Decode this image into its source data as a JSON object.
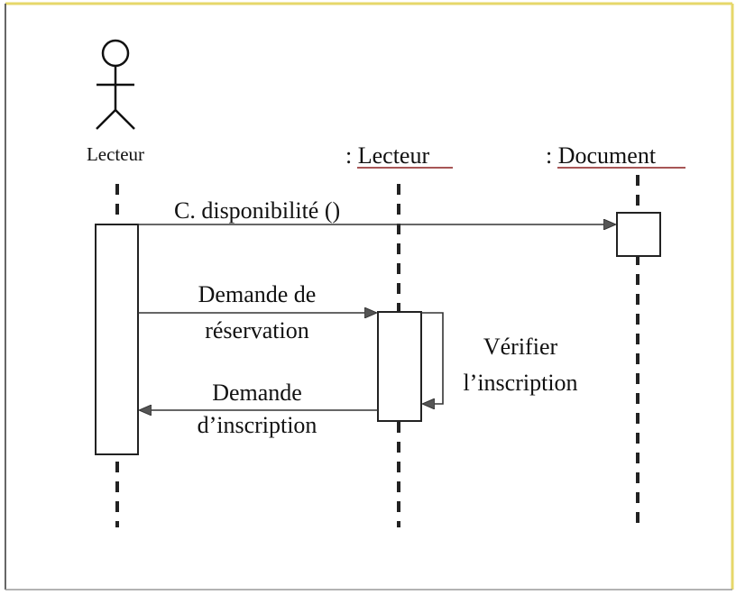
{
  "participants": {
    "actor": {
      "label": "Lecteur",
      "icon": "stick-figure-icon"
    },
    "lecteur_object": {
      "prefix": ":",
      "name": " Lecteur"
    },
    "document_object": {
      "prefix": ":",
      "name": " Document"
    }
  },
  "messages": {
    "disponibilite": {
      "label": "C. disponibilité ()"
    },
    "reservation": {
      "line1": "Demande de",
      "line2": "réservation"
    },
    "verifier": {
      "line1": "Vérifier",
      "line2": "l’inscription"
    },
    "inscription": {
      "line1": "Demande",
      "line2": "d’inscription"
    }
  },
  "colors": {
    "underline": "#8a1f1f",
    "border_yellow": "#e6d76a",
    "border_gray": "#666666"
  }
}
